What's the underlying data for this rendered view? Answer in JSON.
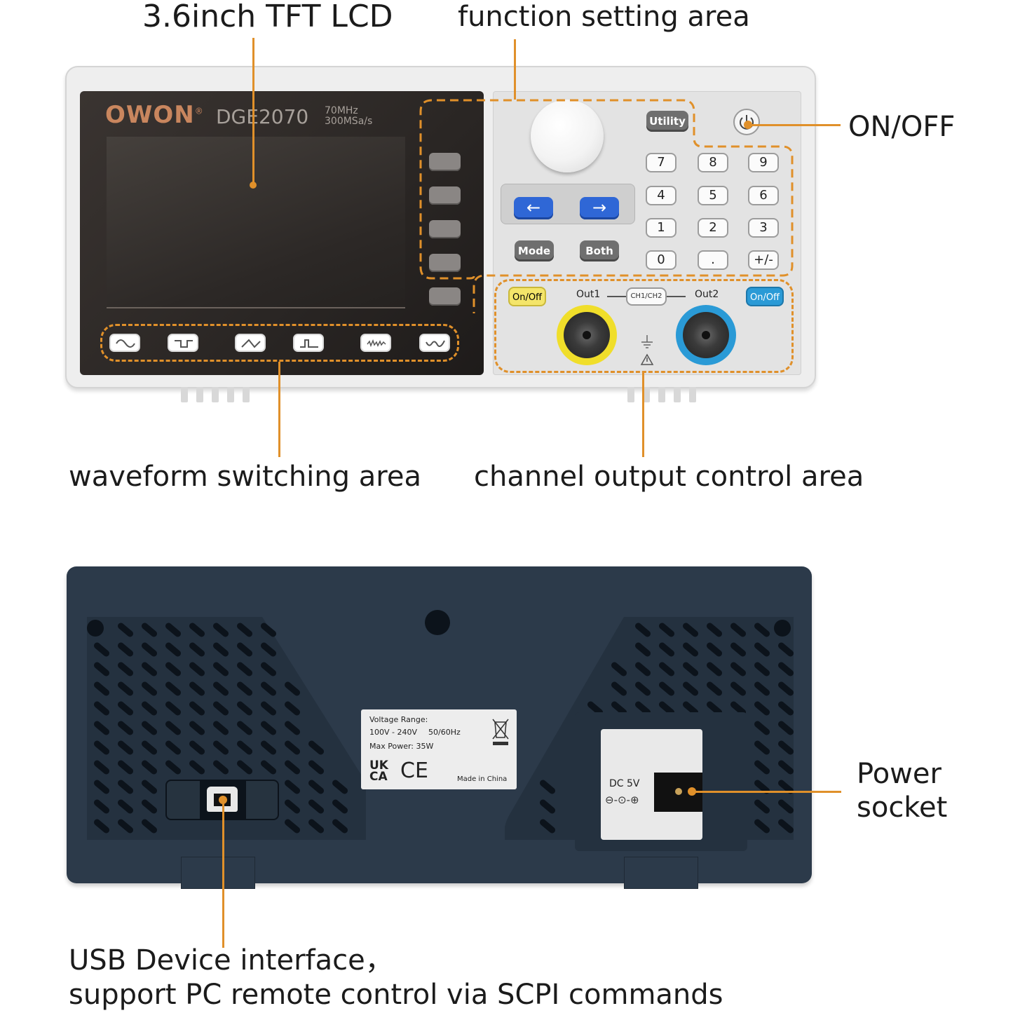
{
  "callouts": {
    "lcd": "3.6inch TFT LCD",
    "function_area": "function setting area",
    "on_off": "ON/OFF",
    "waveform_area": "waveform switching area",
    "channel_area": "channel output control area",
    "power_socket_line1": "Power",
    "power_socket_line2": "socket",
    "usb_line1": "USB Device interface，",
    "usb_line2": "support PC remote control via SCPI commands"
  },
  "front_panel": {
    "brand": "OWON",
    "registered": "®",
    "model": "DGE2070",
    "spec_line1": "70MHz",
    "spec_line2": "300MSa/s",
    "softkey_count": 5,
    "waveform_buttons": [
      "sine-wave-icon",
      "square-wave-icon",
      "ramp-wave-icon",
      "pulse-wave-icon",
      "noise-wave-icon",
      "arbitrary-wave-icon"
    ],
    "utility": "Utility",
    "mode": "Mode",
    "both": "Both",
    "left_arrow": "←",
    "right_arrow": "→",
    "keypad": [
      "7",
      "8",
      "9",
      "4",
      "5",
      "6",
      "1",
      "2",
      "3",
      "0",
      ".",
      "+/-"
    ],
    "ch1_onoff": "On/Off",
    "ch2_onoff": "On/Off",
    "out1": "Out1",
    "out2": "Out2",
    "ch_switch": "CH1/CH2"
  },
  "rear_panel": {
    "voltage_label": "Voltage Range:",
    "voltage_value": "100V - 240V",
    "frequency": "50/60Hz",
    "max_power": "Max Power: 35W",
    "ukca_top": "UK",
    "ukca_bottom": "CA",
    "ce": "CE",
    "made_in": "Made in China",
    "dc_label": "DC 5V",
    "polarity": "⊖-⊙-⊕"
  },
  "colors": {
    "accent_orange": "#e0902a",
    "ch1_yellow": "#f0de2a",
    "ch2_blue": "#2a9ad6",
    "arrow_blue": "#2f67d6",
    "rear_navy": "#2c3a4a"
  }
}
